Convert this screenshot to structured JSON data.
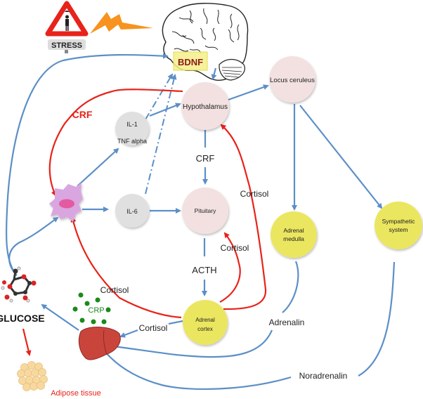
{
  "title": "Stress, inflammation and HPA axis pathway diagram",
  "colors": {
    "blue_arrow": "#5b8fc7",
    "red_arrow": "#e8231a",
    "pink_node": "#f3e1e1",
    "grey_node": "#e0e0e0",
    "yellow_node": "#ebe65e",
    "bdnf_box": "#f5f08a",
    "bdnf_text": "#8b1a1a",
    "crp_green": "#1a8a1a",
    "adipose_red": "#e8231a",
    "liver": "#c9453c",
    "macrophage": "#d9a6df",
    "lightning": "#f7931e"
  },
  "icons": {
    "stress_sign": "warning-triangle-person-icon",
    "lightning": "lightning-bolt-icon",
    "brain": "brain-icon",
    "macrophage": "immune-cell-icon",
    "glucose": "glucose-molecule-icon",
    "liver": "liver-icon",
    "adipose": "adipose-cells-icon"
  },
  "labels": {
    "stress": "STRESS",
    "bdnf": "BDNF",
    "crf_red": "CRF",
    "crf_axis": "CRF",
    "acth": "ACTH",
    "cortisol_right": "Cortisol",
    "cortisol_pituitary": "Cortisol",
    "cortisol_left": "Cortisol",
    "cortisol_liver": "Cortisol",
    "crp": "CRP",
    "glucose": "GLUCOSE",
    "adipose": "Adipose tissue",
    "adrenalin": "Adrenalin",
    "noradrenalin": "Noradrenalin"
  },
  "nodes": {
    "hypothalamus": "Hypothalamus",
    "locus": "Locus ceruleus",
    "il1_line1": "IL-1",
    "il1_line2": "TNF alpha",
    "il6": "IL-6",
    "pituitary": "Pituitary",
    "adrenal_medulla_1": "Adrenal",
    "adrenal_medulla_2": "medulla",
    "sympathetic_1": "Sympathetic",
    "sympathetic_2": "system",
    "adrenal_cortex_1": "Adrenal",
    "adrenal_cortex_2": "cortex"
  }
}
